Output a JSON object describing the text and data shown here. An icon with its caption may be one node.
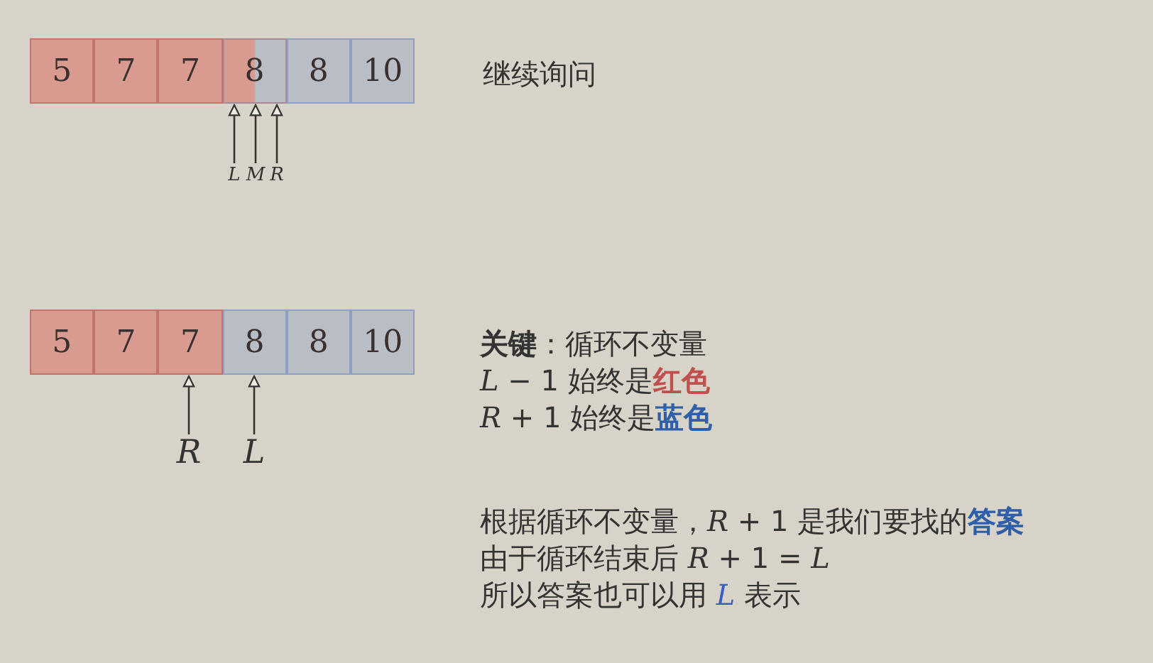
{
  "diagram": {
    "nodes": [
      {
        "text": [
          "5"
        ]
      },
      {
        "text": [
          "7"
        ]
      },
      {
        "text": [
          "7"
        ]
      },
      {
        "text": [
          "8"
        ]
      },
      {
        "text": [
          "8"
        ]
      },
      {
        "text": [
          "10"
        ]
      },
      {
        "text": [
          "5"
        ]
      },
      {
        "text": [
          "7"
        ]
      },
      {
        "text": [
          "7"
        ]
      },
      {
        "text": [
          "8"
        ]
      },
      {
        "text": [
          "8"
        ]
      },
      {
        "text": [
          "10"
        ]
      },
      {
        "text": [
          "L"
        ]
      },
      {
        "text": [
          "M"
        ]
      },
      {
        "text": [
          "R"
        ]
      },
      {
        "text": [
          "R"
        ]
      },
      {
        "text": [
          "L"
        ]
      }
    ],
    "edges": [
      {
        "from": 12,
        "to": 3,
        "arrow": "to"
      },
      {
        "from": 13,
        "to": 3,
        "arrow": "to"
      },
      {
        "from": 14,
        "to": 3,
        "arrow": "to"
      },
      {
        "from": 15,
        "to": 8,
        "arrow": "to"
      },
      {
        "from": 16,
        "to": 9,
        "arrow": "to"
      }
    ],
    "labels": [
      "继续询问",
      "**关键**：循环不变量",
      "*L* − 1 始终是**红色**",
      "*R* + 1 始终是**蓝色**",
      "根据循环不变量，*R* + 1 是我们要找的**答案**",
      "由于循环结束后 *R* + 1 = *L*",
      "所以答案也可以用 *L* 表示"
    ]
  }
}
